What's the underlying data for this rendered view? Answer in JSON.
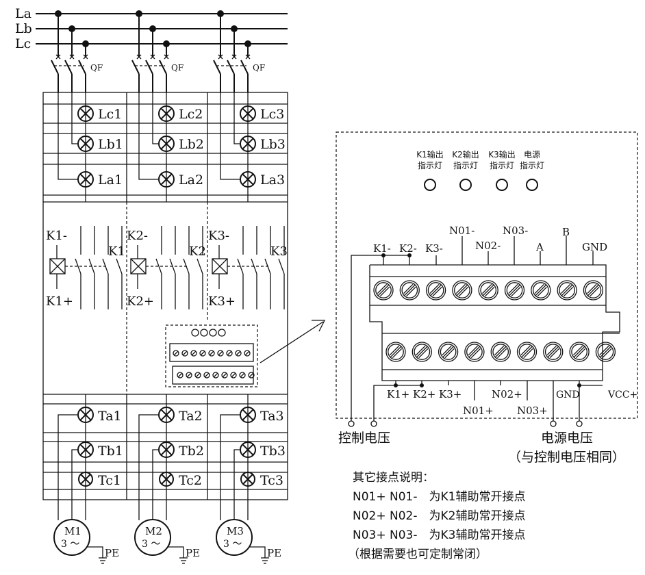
{
  "bus": {
    "la": "La",
    "lb": "Lb",
    "lc": "Lc"
  },
  "breaker_label": "QF",
  "phases": [
    {
      "lamp_c": "Lc1",
      "lamp_b": "Lb1",
      "lamp_a": "La1",
      "coil_minus": "K1-",
      "coil_plus": "K1+",
      "contactor": "K1",
      "lamp_ta": "Ta1",
      "lamp_tb": "Tb1",
      "lamp_tc": "Tc1",
      "motor": "M1"
    },
    {
      "lamp_c": "Lc2",
      "lamp_b": "Lb2",
      "lamp_a": "La2",
      "coil_minus": "K2-",
      "coil_plus": "K2+",
      "contactor": "K2",
      "lamp_ta": "Ta2",
      "lamp_tb": "Tb2",
      "lamp_tc": "Tc2",
      "motor": "M2"
    },
    {
      "lamp_c": "Lc3",
      "lamp_b": "Lb3",
      "lamp_a": "La3",
      "coil_minus": "K3-",
      "coil_plus": "K3+",
      "contactor": "K3",
      "lamp_ta": "Ta3",
      "lamp_tb": "Tb3",
      "lamp_tc": "Tc3",
      "motor": "M3"
    }
  ],
  "motor_phase": "3 ～",
  "pe": "PE",
  "module": {
    "indicators": [
      {
        "line1": "K1输出",
        "line2": "指示灯"
      },
      {
        "line1": "K2输出",
        "line2": "指示灯"
      },
      {
        "line1": "K3输出",
        "line2": "指示灯"
      },
      {
        "line1": "电源",
        "line2": "指示灯"
      }
    ],
    "top_terminals": {
      "k1m": "K1-",
      "k2m": "K2-",
      "k3m": "K3-",
      "no1m": "N01-",
      "no2m": "N02-",
      "no3m": "N03-",
      "a": "A",
      "b": "B",
      "gnd": "GND"
    },
    "bottom_terminals": {
      "k1p": "K1+",
      "k2p": "K2+",
      "k3p": "K3+",
      "no1p": "N01+",
      "no2p": "N02+",
      "no3p": "N03+",
      "gnd": "GND",
      "vcc": "VCC+"
    },
    "control_voltage": "控制电压",
    "power_voltage": "电源电压",
    "power_note": "（与控制电压相同）"
  },
  "notes": {
    "title": "其它接点说明：",
    "lines": [
      "N01+ N01-　为K1辅助常开接点",
      "N02+ N02-　为K2辅助常开接点",
      "N03+ N03-　为K3辅助常开接点",
      "（根据需要也可定制常闭）"
    ]
  }
}
